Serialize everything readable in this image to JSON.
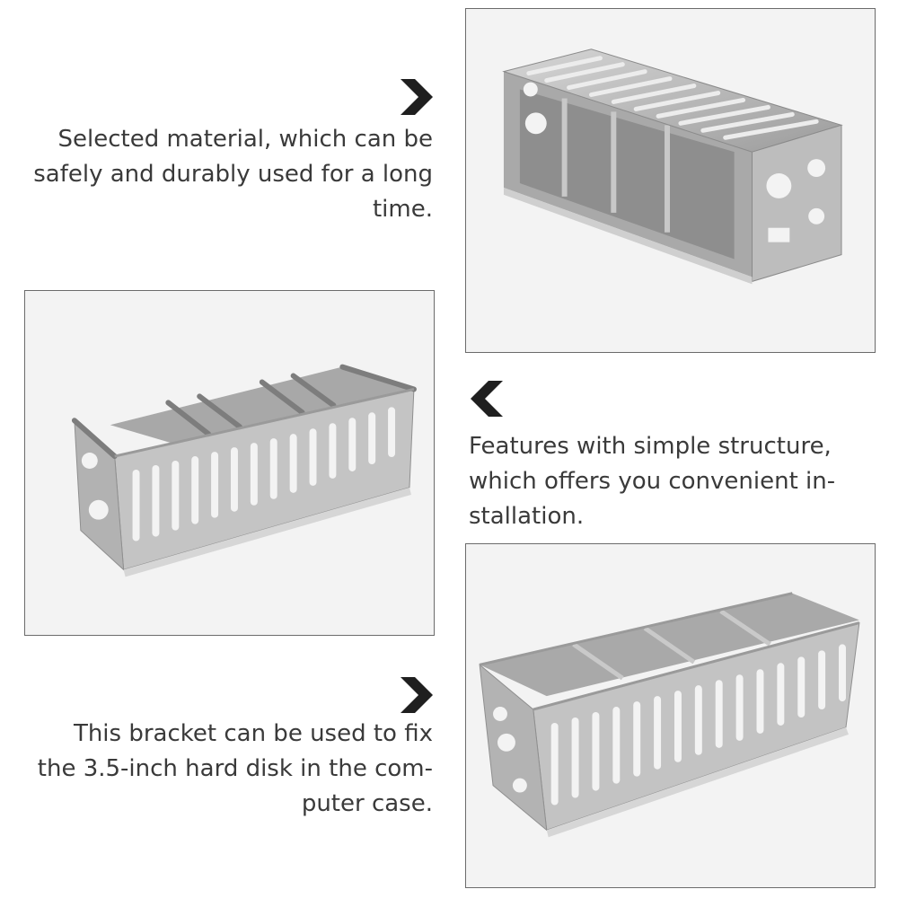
{
  "captions": {
    "top": {
      "lines": [
        "Selected material, which can be",
        "safely and durably used for a long",
        "time."
      ]
    },
    "middle": {
      "lines": [
        "Features with simple structure,",
        "which offers you convenient in-",
        "stallation."
      ]
    },
    "bottom": {
      "lines": [
        "This bracket can be used to fix",
        "the 3.5-inch hard disk in the com-",
        "puter case."
      ]
    }
  },
  "icons": {
    "arrow_right": "chevron-right-icon",
    "arrow_left": "chevron-left-icon"
  },
  "colors": {
    "background": "#ffffff",
    "frame_border": "#6b6b6b",
    "photo_background": "#f3f3f3",
    "text": "#3a3a3a",
    "arrow": "#1f1f1f",
    "metal": "#b9b9b9"
  }
}
